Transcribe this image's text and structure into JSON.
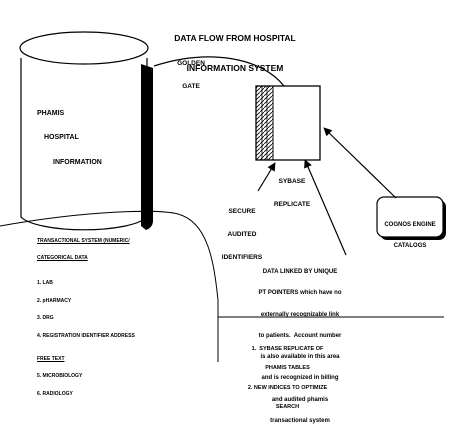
{
  "title": {
    "line1": "DATA FLOW FROM HOSPITAL",
    "line2": "INFORMATION SYSTEM"
  },
  "cylinder": {
    "label_line1": "PHAMIS",
    "label_line2": "HOSPITAL",
    "label_line3": "INFORMATION"
  },
  "connector": {
    "label_line1": "GOLDEN",
    "label_line2": "GATE"
  },
  "replicate": {
    "label_line1": "SYBASE",
    "label_line2": "REPLICATE"
  },
  "secure": {
    "line1": "SECURE",
    "line2": "AUDITED",
    "line3": "IDENTIFIERS"
  },
  "cognos": {
    "line1": "COGNOS ENGINE",
    "line2": "CATALOGS"
  },
  "transactional": {
    "heading_line1": "TRANSACTIONAL SYSTEM (NUMERIC/",
    "heading_line2": "CATEGORICAL DATA",
    "items": [
      "1. LAB",
      "2. pHARMACY",
      "3. DRG",
      "4. REGISTRATION IDENTIFIER ADDRESS"
    ],
    "free_text_heading": "FREE TEXT",
    "free_text_items": [
      "5. MICROBIOLOGY",
      "6. RADIOLOGY"
    ]
  },
  "linked": {
    "lines": [
      "DATA LINKED BY UNIQUE",
      "PT POINTERS which have no",
      "externally recognizable link",
      "to patients.  Account number",
      "is also available in this area",
      "and is recognized in billing",
      "and audited phamis",
      "transactional system"
    ]
  },
  "notes": {
    "line1": "1.  SYBASE REPLICATE OF",
    "line2": "PHAMIS TABLES",
    "line3": "2. NEW INDICES TO OPTIMIZE",
    "line4": "SEARCH"
  }
}
